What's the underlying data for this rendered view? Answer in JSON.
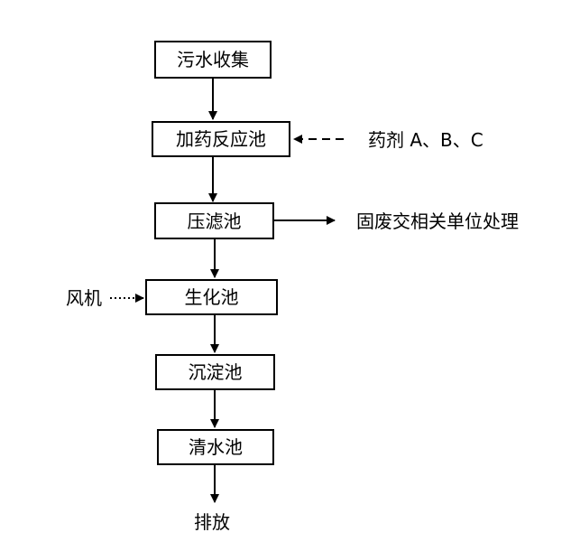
{
  "nodes": {
    "collect": "污水收集",
    "dosing": "加药反应池",
    "filter": "压滤池",
    "bio": "生化池",
    "settle": "沉淀池",
    "clear": "清水池"
  },
  "inputs": {
    "reagents": "药剂 A、B、C",
    "blower": "风机"
  },
  "outputs": {
    "solid_waste": "固废交相关单位处理",
    "discharge": "排放"
  }
}
